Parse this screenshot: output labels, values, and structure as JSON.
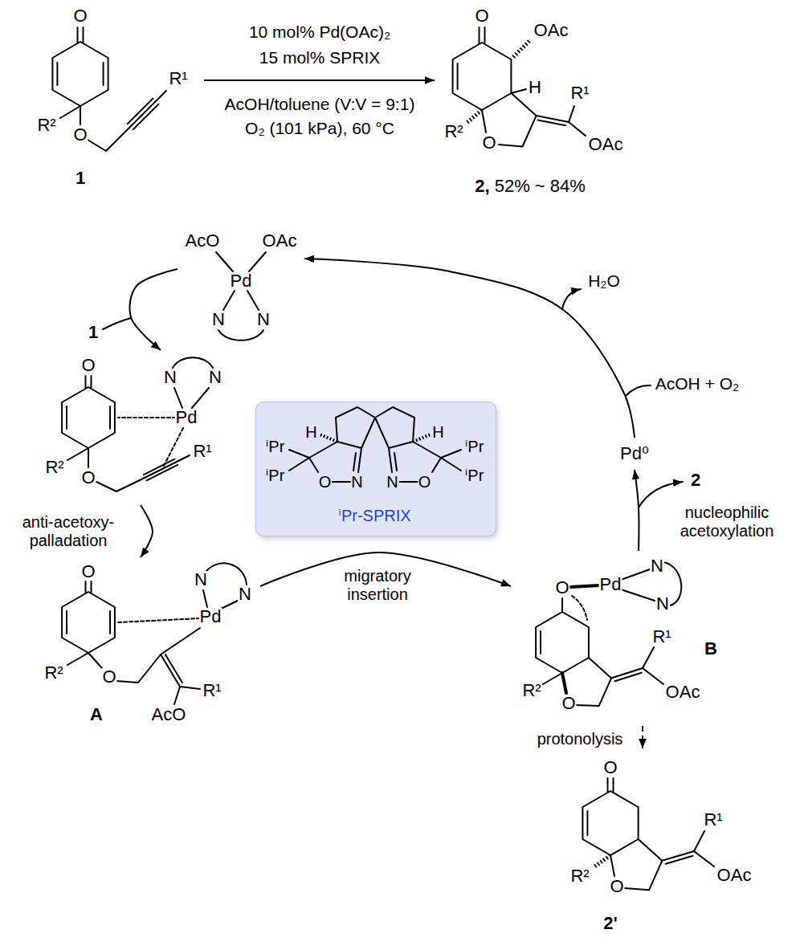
{
  "diagram": {
    "nodes": [
      {
        "text": [
          "O",
          "R²",
          "O",
          "R¹",
          "1"
        ]
      },
      {
        "text": [
          "O",
          "OAc",
          "H",
          "R²",
          "O",
          "R¹",
          "OAc",
          "2, 52% ~ 84%"
        ]
      },
      {
        "text": [
          "AcO",
          "OAc",
          "Pd",
          "N",
          "N"
        ]
      },
      {
        "text": [
          "O",
          "N",
          "N",
          "Pd",
          "R²",
          "O",
          "R¹"
        ]
      },
      {
        "text": [
          "H",
          "ⁱPr",
          "ⁱPr",
          "O",
          "N",
          "N",
          "O",
          "H",
          "ⁱPr",
          "ⁱPr",
          "ⁱPr-SPRIX"
        ]
      },
      {
        "text": [
          "Pd⁰"
        ]
      },
      {
        "text": [
          "O",
          "N",
          "N",
          "Pd",
          "R²",
          "O",
          "R¹",
          "AcO",
          "A"
        ]
      },
      {
        "text": [
          "O",
          "Pd",
          "N",
          "N",
          "R²",
          "O",
          "R¹",
          "OAc",
          "B"
        ]
      },
      {
        "text": [
          "O",
          "R²",
          "O",
          "R¹",
          "OAc",
          "2'"
        ]
      }
    ],
    "edges": [
      {
        "from": 0,
        "to": 1,
        "arrow": "to"
      },
      {
        "from": 2,
        "to": 3,
        "arrow": "to"
      },
      {
        "from": 3,
        "to": 6,
        "arrow": "to",
        "label": "anti-acetoxy- palladation"
      },
      {
        "from": 6,
        "to": 7,
        "arrow": "to",
        "label": "migratory insertion"
      },
      {
        "from": 7,
        "to": 5,
        "arrow": "to",
        "label": "nucleophilic acetoxylation"
      },
      {
        "from": 5,
        "to": 2,
        "arrow": "to"
      },
      {
        "from": 7,
        "to": 8,
        "arrow": "to",
        "label": "protonolysis"
      }
    ],
    "labels": [
      "10 mol% Pd(OAc)₂",
      "15 mol% SPRIX",
      "AcOH/toluene (V:V = 9:1)",
      "O₂ (101 kPa), 60 °C",
      "1",
      "2",
      "AcOH + O₂",
      "H₂O"
    ]
  }
}
